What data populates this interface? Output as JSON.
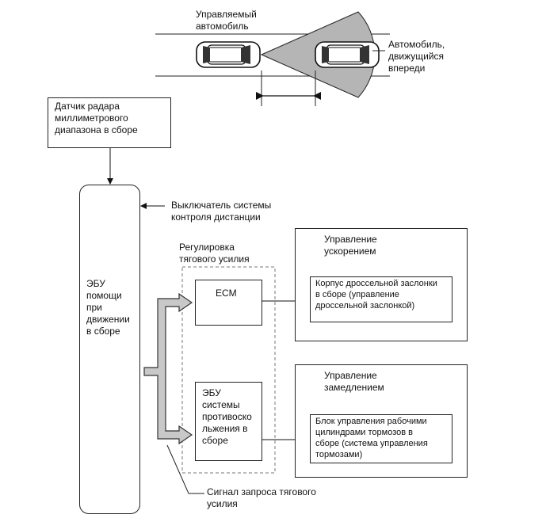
{
  "scene": {
    "controlled_vehicle": "Управляемый\nавтомобиль",
    "vehicle_ahead": "Автомобиль,\nдвижущийся\nвпереди"
  },
  "radar_sensor": "Датчик радара\nмиллиметрового\nдиапазона в сборе",
  "distance_switch": "Выключатель системы\nконтроля дистанции",
  "ecu_assist": "ЭБУ\nпомощи\nпри\nдвижении\nв сборе",
  "traction_group": {
    "title": "Регулировка\nтягового усилия",
    "ecm": "ECM",
    "abs_ecu": "ЭБУ\nсистемы\nпротивоско\nльжения в\nсборе"
  },
  "acceleration": {
    "title": "Управление\nускорением",
    "throttle": "Корпус дроссельной заслонки\nв сборе (управление\nдроссельной заслонкой)"
  },
  "deceleration": {
    "title": "Управление\nзамедлением",
    "brake": "Блок управления рабочими\nцилиндрами тормозов в\nсборе (система управления\nтормозами)"
  },
  "traction_signal": "Сигнал запроса тягового\nусилия"
}
